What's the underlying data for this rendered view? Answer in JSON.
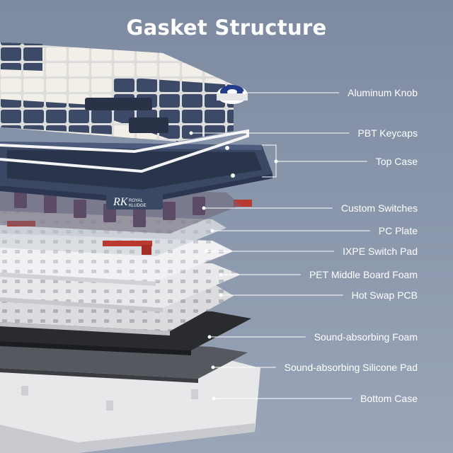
{
  "title": "Gasket Structure",
  "logo": "RK ROYAL KLUDGE",
  "colors": {
    "background": "#8a96ab",
    "navy": "#3c4a67",
    "cream": "#f3f0ea",
    "accent_red": "#c0372e",
    "switch_purple": "#5b4b66"
  },
  "layers": [
    {
      "label": "Aluminum Knob"
    },
    {
      "label": "PBT Keycaps"
    },
    {
      "label": "Top Case"
    },
    {
      "label": "Custom Switches"
    },
    {
      "label": "PC Plate"
    },
    {
      "label": "IXPE Switch Pad"
    },
    {
      "label": "PET Middle Board Foam"
    },
    {
      "label": "Hot Swap PCB"
    },
    {
      "label": "Sound-absorbing Foam"
    },
    {
      "label": "Sound-absorbing Silicone Pad"
    },
    {
      "label": "Bottom Case"
    }
  ]
}
